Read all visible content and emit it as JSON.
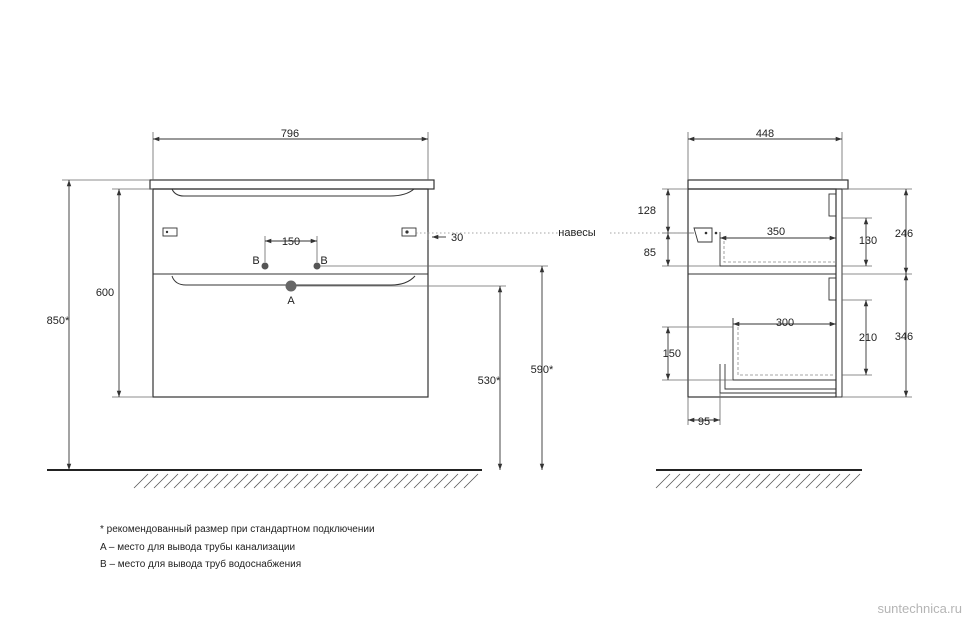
{
  "front": {
    "width": "796",
    "height_total": "850*",
    "height_cabinet": "600",
    "drain_height": "530*",
    "supply_height": "590*",
    "supply_spacing": "150",
    "hinge_offset": "30",
    "label_a": "A",
    "label_b1": "B",
    "label_b2": "B"
  },
  "side": {
    "depth": "448",
    "hinge_label": "навесы",
    "dim_128": "128",
    "dim_85": "85",
    "dim_350": "350",
    "dim_130": "130",
    "dim_246": "246",
    "dim_300": "300",
    "dim_210": "210",
    "dim_346": "346",
    "dim_150": "150",
    "dim_95": "95"
  },
  "notes": [
    "* рекомендованный размер при стандартном подключении",
    "A – место для вывода трубы канализации",
    "B – место для вывода труб водоснабжения"
  ],
  "watermark": "suntechnica.ru"
}
